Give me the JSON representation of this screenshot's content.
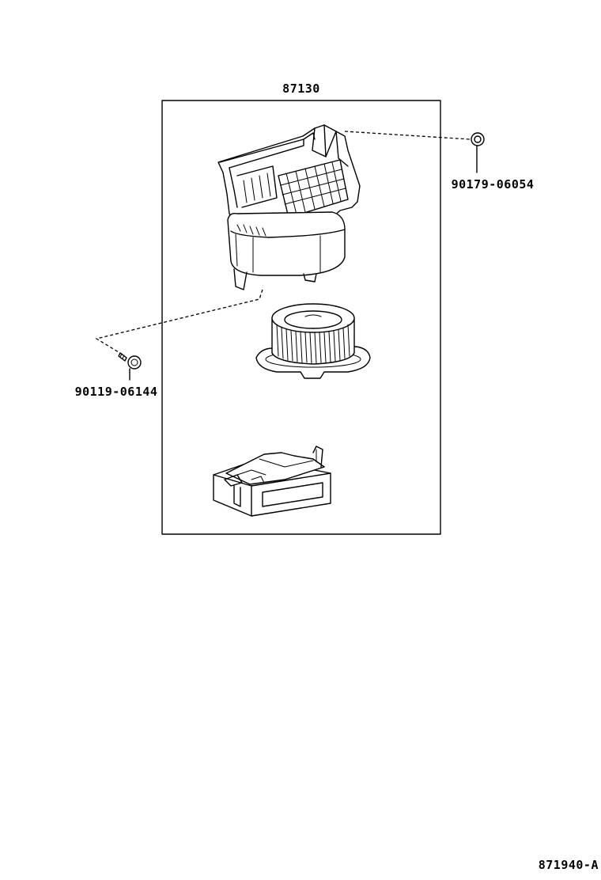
{
  "diagram": {
    "assembly_part_number": "87130",
    "parts": [
      {
        "part_number": "90179-06054"
      },
      {
        "part_number": "90119-06144"
      }
    ],
    "illustration_code": "871940-A"
  }
}
